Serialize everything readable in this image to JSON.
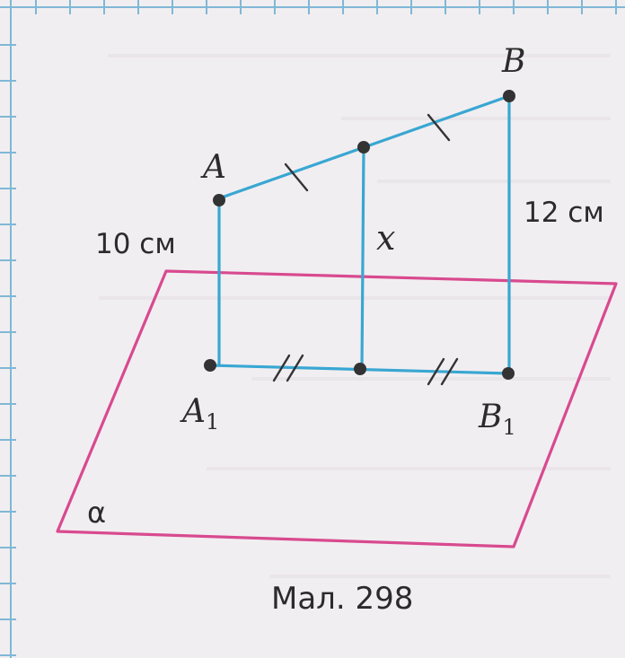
{
  "labels": {
    "A": "A",
    "B": "B",
    "A1_base": "A",
    "A1_sub": "1",
    "B1_base": "B",
    "B1_sub": "1",
    "len_A": "10 см",
    "len_B": "12 см",
    "unknown": "x",
    "plane": "α"
  },
  "caption": "Мал. 298",
  "colors": {
    "segment": "#39a7d2",
    "plane": "#d84a8f",
    "point": "#333333",
    "text": "#2b2b2b",
    "background": "#f1eef1",
    "grid": "#7fb8d6"
  },
  "marks": {
    "AB_halves": "single tick",
    "A1B1_halves": "double tick"
  }
}
